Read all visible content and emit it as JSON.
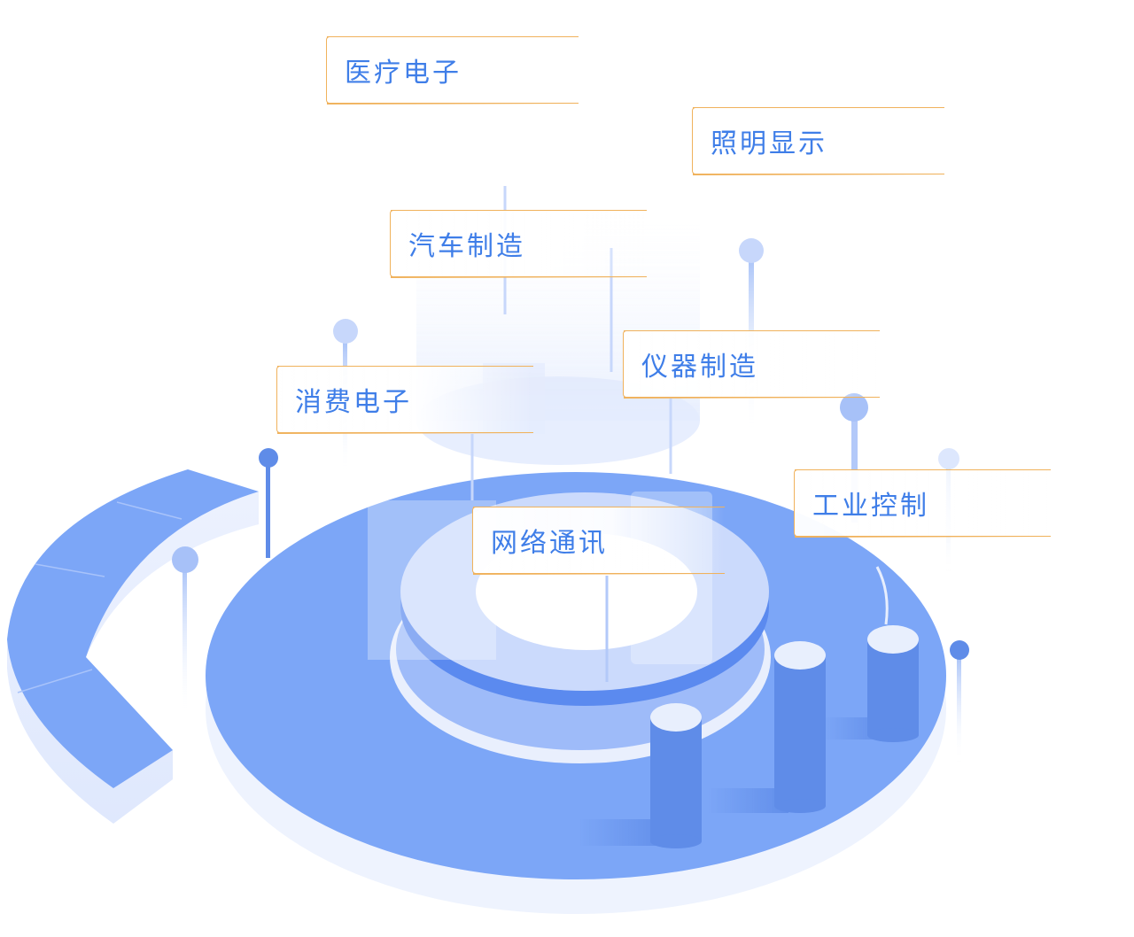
{
  "labels": {
    "medical": "医疗电子",
    "lighting": "照明显示",
    "automotive": "汽车制造",
    "instrument": "仪器制造",
    "consumer": "消费电子",
    "industrial": "工业控制",
    "network": "网络通讯"
  },
  "colors": {
    "primary": "#7ca6f7",
    "primary_dark": "#5f8ce8",
    "light": "#e7eefd",
    "label_border": "#f0b25c",
    "label_text": "#3f7ee8"
  }
}
